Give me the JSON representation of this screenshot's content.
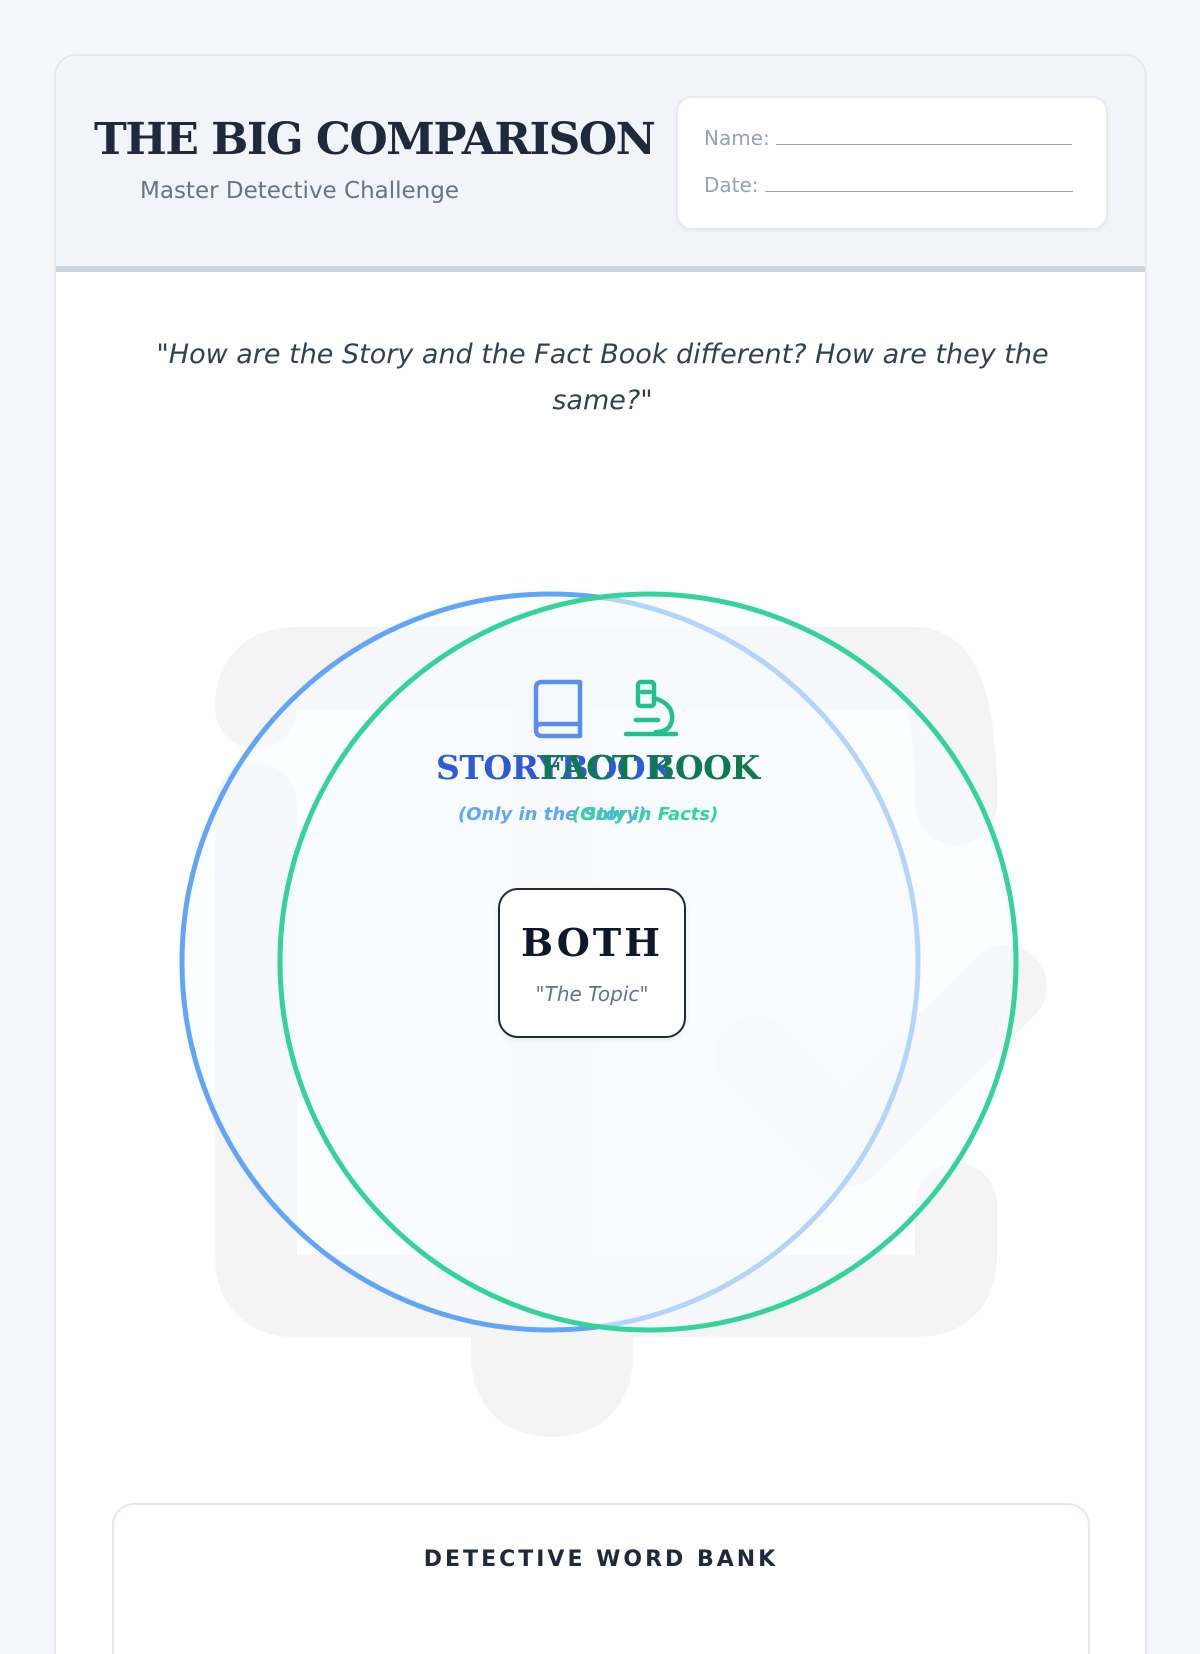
{
  "header": {
    "title": "THE BIG COMPARISON",
    "subtitle": "Master Detective Challenge",
    "name_label": "Name:",
    "date_label": "Date:"
  },
  "prompt": "\"How are the Story and the Fact Book different? How are they the same?\"",
  "venn": {
    "left": {
      "title": "STORYBOOK",
      "subtitle": "(Only in the Story)",
      "icon": "book-icon",
      "color": "#60a5fa"
    },
    "right": {
      "title": "FACT BOOK",
      "subtitle": "(Only in Facts)",
      "icon": "microscope-icon",
      "color": "#34d399"
    },
    "center": {
      "title": "BOTH",
      "subtitle": "\"The Topic\""
    },
    "watermark_icon": "clipboard-check-icon"
  },
  "word_bank": {
    "title": "DETECTIVE WORD BANK"
  }
}
